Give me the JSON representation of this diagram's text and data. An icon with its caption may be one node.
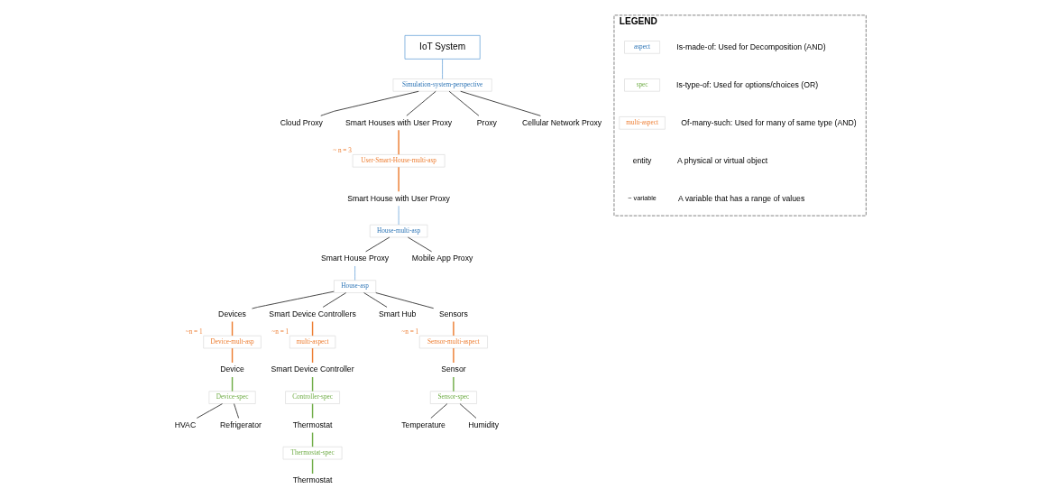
{
  "diagram": {
    "nodes": [
      {
        "text": [
          "IoT System"
        ]
      },
      {
        "text": [
          "Simulation-system-perspective"
        ]
      },
      {
        "text": [
          "Cloud Proxy"
        ]
      },
      {
        "text": [
          "Smart Houses with User Proxy"
        ]
      },
      {
        "text": [
          "Proxy"
        ]
      },
      {
        "text": [
          "Cellular Network Proxy"
        ]
      },
      {
        "text": [
          "User-Smart-House-multi-asp"
        ],
        "beside": [
          "~ n = 3"
        ]
      },
      {
        "text": [
          "Smart House with User Proxy"
        ]
      },
      {
        "text": [
          "House-multi-asp"
        ]
      },
      {
        "text": [
          "Smart House Proxy"
        ]
      },
      {
        "text": [
          "Mobile App Proxy"
        ]
      },
      {
        "text": [
          "House-asp"
        ]
      },
      {
        "text": [
          "Devices"
        ]
      },
      {
        "text": [
          "Smart Device Controllers"
        ]
      },
      {
        "text": [
          "Smart Hub"
        ]
      },
      {
        "text": [
          "Sensors"
        ]
      },
      {
        "text": [
          "Device-mult-asp"
        ],
        "beside": [
          "~n = 1"
        ]
      },
      {
        "text": [
          "Device"
        ]
      },
      {
        "text": [
          "Device-spec"
        ]
      },
      {
        "text": [
          "HVAC"
        ]
      },
      {
        "text": [
          "Refrigerator"
        ]
      },
      {
        "text": [
          "multi-aspect"
        ],
        "beside": [
          "~n = 1"
        ]
      },
      {
        "text": [
          "Smart Device Controller"
        ]
      },
      {
        "text": [
          "Controller-spec"
        ]
      },
      {
        "text": [
          "Thermostat"
        ]
      },
      {
        "text": [
          "Thermostat-spec"
        ]
      },
      {
        "text": [
          "Thermostat"
        ]
      },
      {
        "text": [
          "Sensor-multi-aspect"
        ],
        "beside": [
          "~n = 1"
        ]
      },
      {
        "text": [
          "Sensor"
        ]
      },
      {
        "text": [
          "Sensor-spec"
        ]
      },
      {
        "text": [
          "Temperature"
        ]
      },
      {
        "text": [
          "Humidity"
        ]
      },
      {
        "text": [
          "LEGEND"
        ]
      },
      {
        "text": [
          "aspect"
        ],
        "in": 32
      },
      {
        "text": [
          "spec"
        ],
        "in": 32
      },
      {
        "text": [
          "multi-aspect"
        ],
        "in": 32
      },
      {
        "text": [
          "entity"
        ],
        "in": 32
      },
      {
        "text": [
          "~ variable"
        ],
        "in": 32
      }
    ],
    "edges": [
      {
        "from": 0,
        "to": 1,
        "arrow": "none",
        "color": "#5b9bd5"
      },
      {
        "from": 1,
        "to": 2,
        "arrow": "none"
      },
      {
        "from": 1,
        "to": 3,
        "arrow": "none"
      },
      {
        "from": 1,
        "to": 4,
        "arrow": "none"
      },
      {
        "from": 1,
        "to": 5,
        "arrow": "none"
      },
      {
        "from": 3,
        "to": 6,
        "arrow": "none",
        "color": "#ed7d31"
      },
      {
        "from": 6,
        "to": 7,
        "arrow": "none",
        "color": "#ed7d31"
      },
      {
        "from": 7,
        "to": 8,
        "arrow": "none",
        "color": "#5b9bd5"
      },
      {
        "from": 8,
        "to": 9,
        "arrow": "none"
      },
      {
        "from": 8,
        "to": 10,
        "arrow": "none"
      },
      {
        "from": 9,
        "to": 11,
        "arrow": "none",
        "color": "#5b9bd5"
      },
      {
        "from": 11,
        "to": 12,
        "arrow": "none"
      },
      {
        "from": 11,
        "to": 13,
        "arrow": "none"
      },
      {
        "from": 11,
        "to": 14,
        "arrow": "none"
      },
      {
        "from": 11,
        "to": 15,
        "arrow": "none"
      },
      {
        "from": 12,
        "to": 16,
        "arrow": "none",
        "color": "#ed7d31"
      },
      {
        "from": 16,
        "to": 17,
        "arrow": "none",
        "color": "#ed7d31"
      },
      {
        "from": 17,
        "to": 18,
        "arrow": "none",
        "color": "#70ad47"
      },
      {
        "from": 18,
        "to": 19,
        "arrow": "none"
      },
      {
        "from": 18,
        "to": 20,
        "arrow": "none"
      },
      {
        "from": 13,
        "to": 21,
        "arrow": "none",
        "color": "#ed7d31"
      },
      {
        "from": 21,
        "to": 22,
        "arrow": "none",
        "color": "#ed7d31"
      },
      {
        "from": 22,
        "to": 23,
        "arrow": "none",
        "color": "#70ad47"
      },
      {
        "from": 23,
        "to": 24,
        "arrow": "none",
        "color": "#70ad47"
      },
      {
        "from": 24,
        "to": 25,
        "arrow": "none",
        "color": "#70ad47"
      },
      {
        "from": 25,
        "to": 26,
        "arrow": "none",
        "color": "#70ad47"
      },
      {
        "from": 15,
        "to": 27,
        "arrow": "none",
        "color": "#ed7d31"
      },
      {
        "from": 27,
        "to": 28,
        "arrow": "none",
        "color": "#ed7d31"
      },
      {
        "from": 28,
        "to": 29,
        "arrow": "none",
        "color": "#70ad47"
      },
      {
        "from": 29,
        "to": 30,
        "arrow": "none"
      },
      {
        "from": 29,
        "to": 31,
        "arrow": "none"
      }
    ],
    "legend": [
      {
        "text": "Is-made-of: Used for Decomposition (AND)"
      },
      {
        "text": "Is-type-of: Used for options/choices (OR)"
      },
      {
        "text": "Of-many-such: Used for many of same type (AND)"
      },
      {
        "text": "A physical or virtual object"
      },
      {
        "text": "A variable that has a range of values"
      }
    ]
  }
}
